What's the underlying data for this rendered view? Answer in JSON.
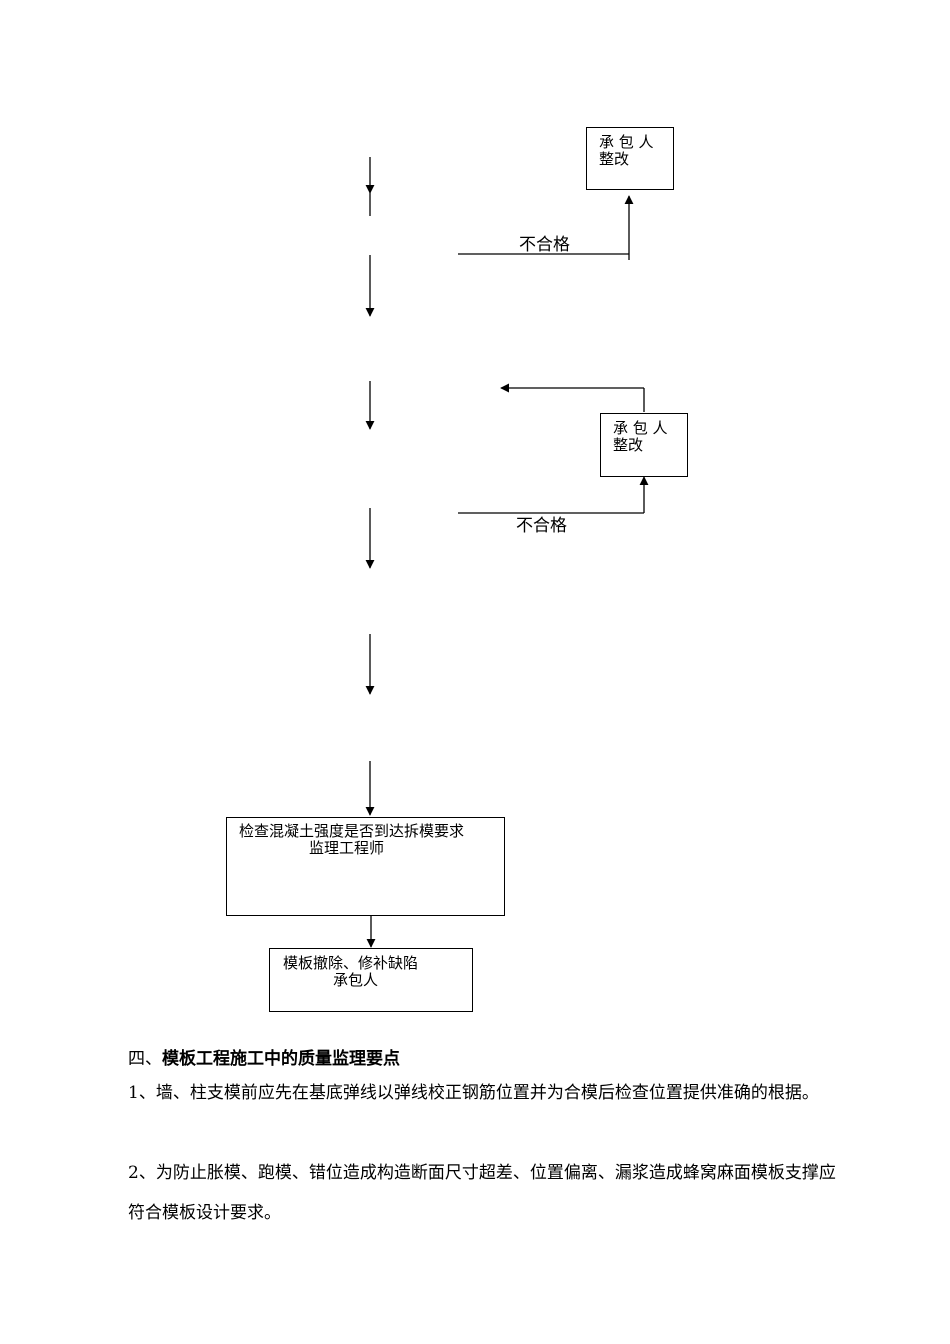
{
  "flowchart": {
    "rectify_box_1": {
      "line1": "承 包 人",
      "line2": "整改"
    },
    "rectify_box_2": {
      "line1": "承 包 人",
      "line2": "整改"
    },
    "unqualified_label_1": "不合格",
    "unqualified_label_2": "不合格",
    "check_strength_box": {
      "line1": "检查混凝土强度是否到达拆模要求",
      "line2": "监理工程师"
    },
    "removal_box": {
      "line1": "模板撤除、修补缺陷",
      "line2": "承包人"
    }
  },
  "section": {
    "number": "四、",
    "title": "模板工程施工中的质量监理要点",
    "items": [
      "1、墙、柱支模前应先在基底弹线以弹线校正钢筋位置并为合模后检查位置提供准确的根据。",
      "2、为防止胀模、跑模、错位造成构造断面尺寸超差、位置偏离、漏浆造成蜂窝麻面模板支撑应符合模板设计要求。"
    ]
  }
}
